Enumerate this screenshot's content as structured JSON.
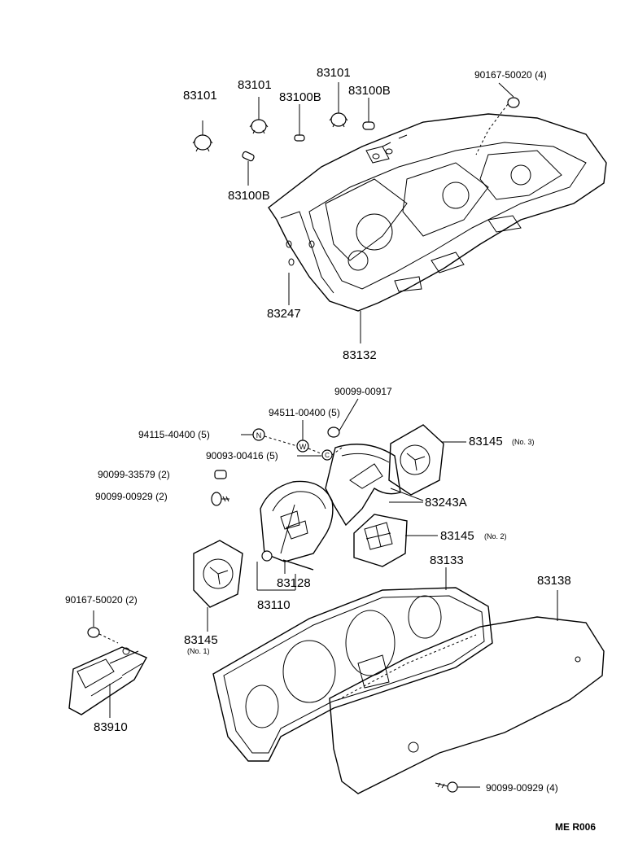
{
  "labels": {
    "p83101_a": "83101",
    "p83101_b": "83101",
    "p83101_c": "83101",
    "p83100b_a": "83100B",
    "p83100b_b": "83100B",
    "p83100b_c": "83100B",
    "p90167_4": "90167-50020 (4)",
    "p83247": "83247",
    "p83132": "83132",
    "p90099_00917": "90099-00917",
    "p94511": "94511-00400 (5)",
    "p94115": "94115-40400 (5)",
    "p90093": "90093-00416 (5)",
    "p83145_no3": "83145",
    "p83145_no3_sub": "(No. 3)",
    "p90099_33579": "90099-33579 (2)",
    "p90099_00929_2": "90099-00929 (2)",
    "p83243a": "83243A",
    "p83145_no2": "83145",
    "p83145_no2_sub": "(No. 2)",
    "p83133": "83133",
    "p83138": "83138",
    "p83128": "83128",
    "p83110": "83110",
    "p90167_2": "90167-50020 (2)",
    "p83145_no1": "83145",
    "p83145_no1_sub": "(No. 1)",
    "p83910": "83910",
    "p90099_00929_4": "90099-00929 (4)",
    "footer_code": "ME  R006"
  },
  "icons": {
    "n_marker": "N",
    "w_marker": "W",
    "c_marker": "C"
  }
}
